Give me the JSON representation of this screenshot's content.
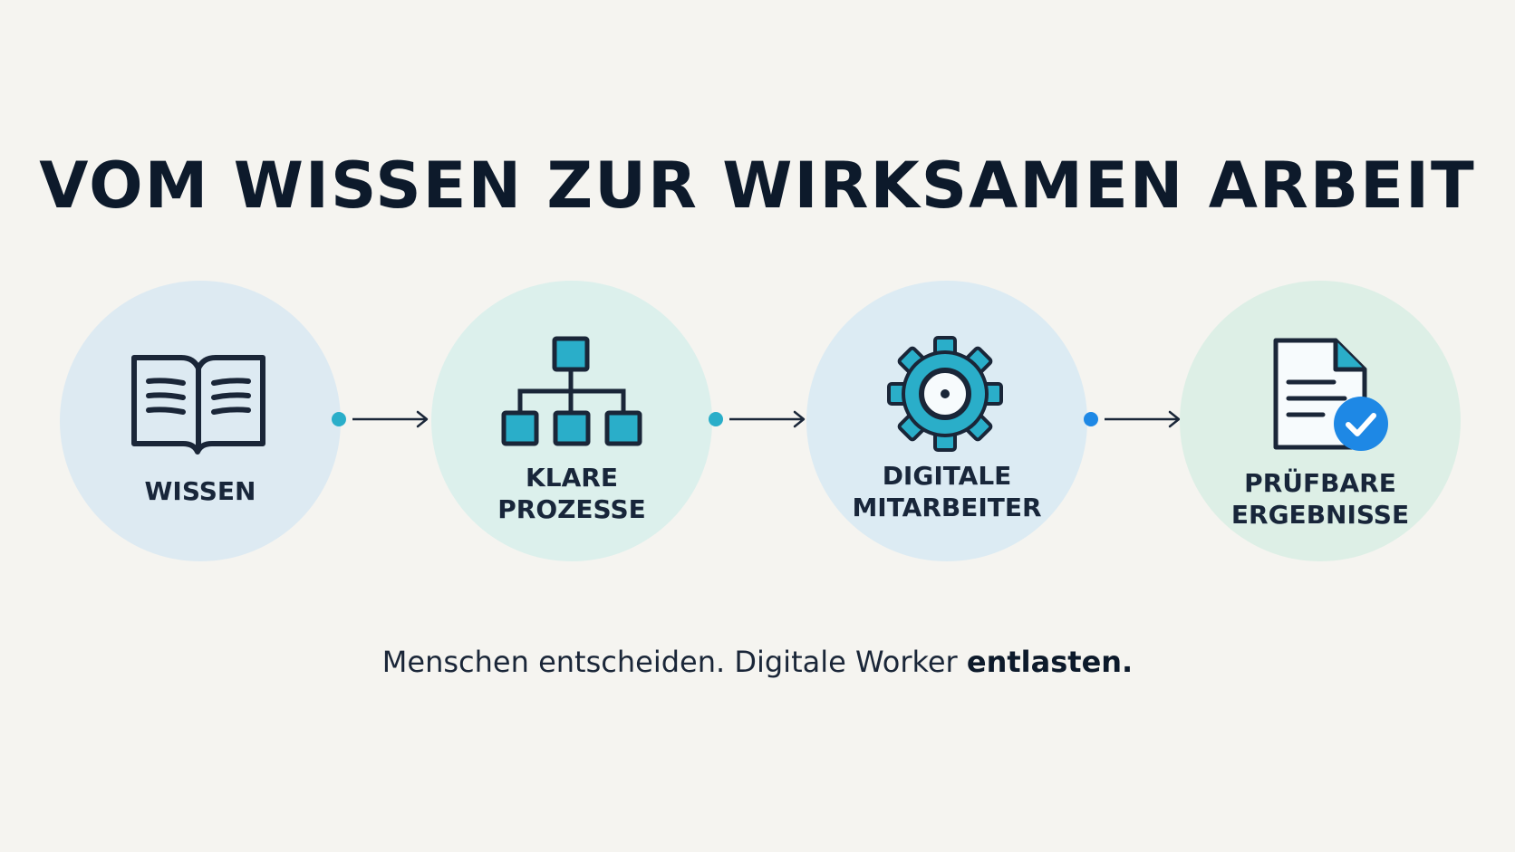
{
  "title": "VOM WISSEN ZUR WIRKSAMEN ARBEIT",
  "steps": [
    {
      "icon": "open-book-icon",
      "lines": [
        "WISSEN"
      ]
    },
    {
      "icon": "hierarchy-icon",
      "lines": [
        "KLARE",
        "PROZESSE"
      ]
    },
    {
      "icon": "gear-icon",
      "lines": [
        "DIGITALE",
        "MITARBEITER"
      ]
    },
    {
      "icon": "checked-document-icon",
      "lines": [
        "PRÜFBARE",
        "ERGEBNISSE"
      ]
    }
  ],
  "subtitle": {
    "text": "Menschen entscheiden. Digitale Worker ",
    "emphasis": "entlasten."
  },
  "colors": {
    "title": "#0d1a2b",
    "accent_teal": "#2aaec9",
    "accent_blue": "#1e88e5",
    "icon_stroke": "#1a2638",
    "background": "#f5f4f0"
  }
}
